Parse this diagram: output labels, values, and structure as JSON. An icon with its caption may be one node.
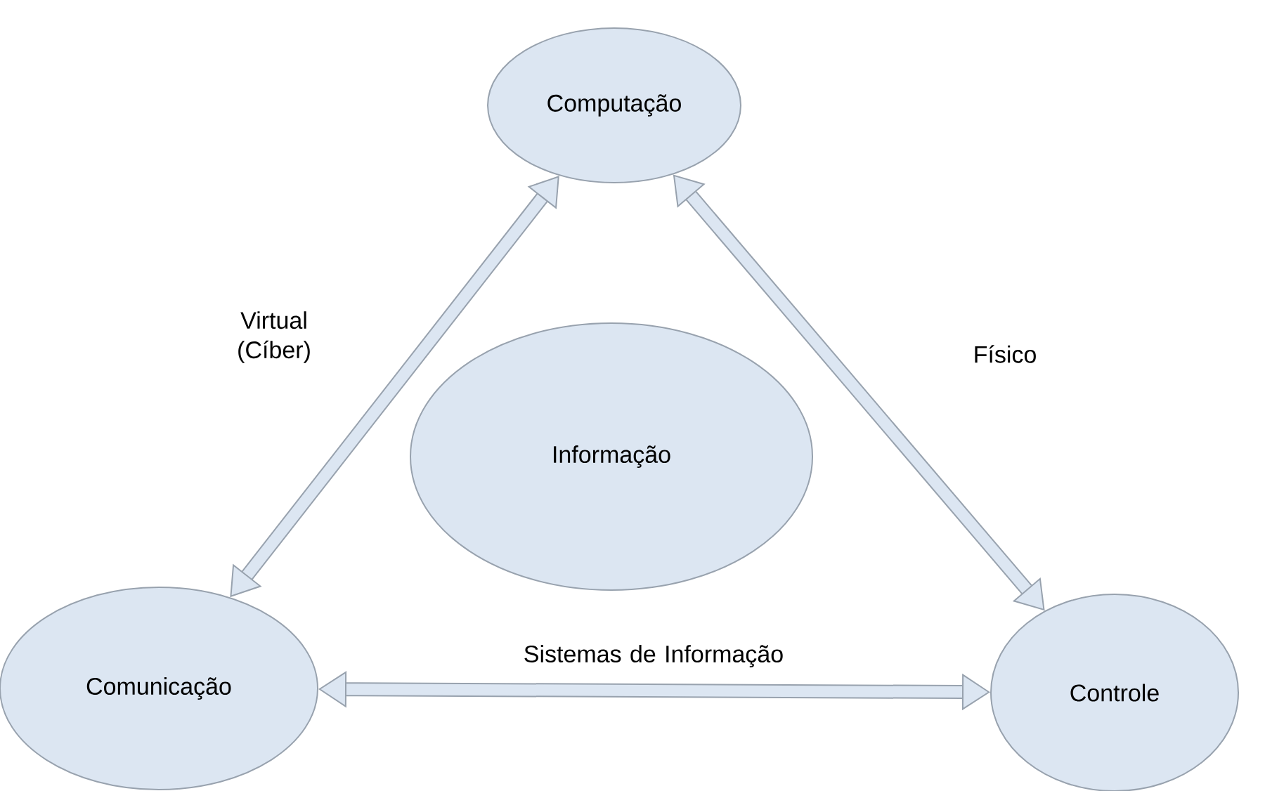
{
  "diagram": {
    "nodes": [
      {
        "text": [
          "Computação"
        ]
      },
      {
        "text": [
          "Informação"
        ]
      },
      {
        "text": [
          "Comunicação"
        ]
      },
      {
        "text": [
          "Controle"
        ]
      }
    ],
    "edges": [
      {
        "from": 0,
        "to": 2,
        "arrow": "both",
        "label": "Virtual (Cíber)"
      },
      {
        "from": 0,
        "to": 3,
        "arrow": "both",
        "label": "Físico"
      },
      {
        "from": 2,
        "to": 3,
        "arrow": "both",
        "label": "Sistemas de Informação"
      }
    ]
  }
}
